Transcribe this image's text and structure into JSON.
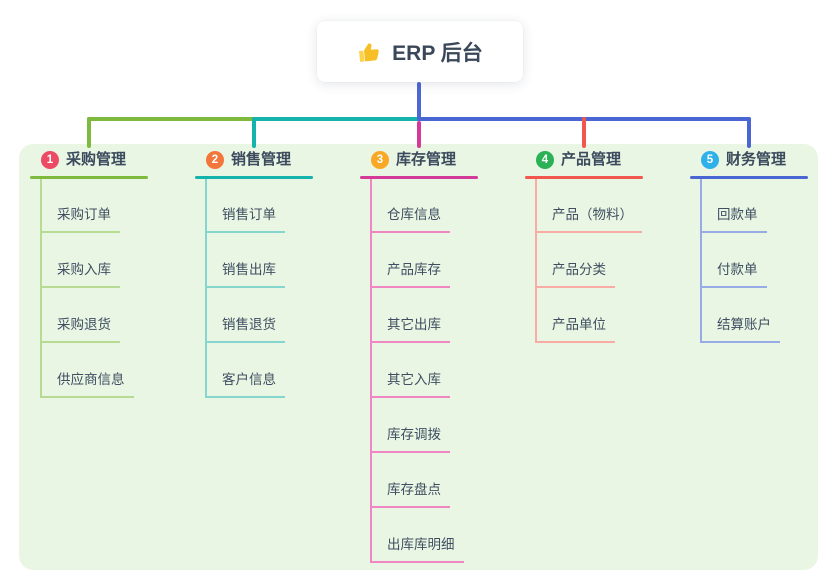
{
  "root": {
    "title": "ERP 后台",
    "icon": "thumbs-up-icon",
    "icon_color": "#f6bf26",
    "icon_cuff_color": "#fbd34f"
  },
  "board": {
    "background_color": "#eaf6e4"
  },
  "connector": {
    "trunk_color": "#4d68d4"
  },
  "branches": [
    {
      "badge": "1",
      "label": "采购管理",
      "color": "#7eba3e",
      "light_color": "#b7db92",
      "badge_color": "#eb4b63",
      "children": [
        "采购订单",
        "采购入库",
        "采购退货",
        "供应商信息"
      ]
    },
    {
      "badge": "2",
      "label": "销售管理",
      "color": "#14b3ab",
      "light_color": "#85d6cf",
      "badge_color": "#f3763d",
      "children": [
        "销售订单",
        "销售出库",
        "销售退货",
        "客户信息"
      ]
    },
    {
      "badge": "3",
      "label": "库存管理",
      "color": "#d43a97",
      "light_color": "#f087c3",
      "badge_color": "#f8a824",
      "children": [
        "仓库信息",
        "产品库存",
        "其它出库",
        "其它入库",
        "库存调拨",
        "库存盘点",
        "出库库明细"
      ]
    },
    {
      "badge": "4",
      "label": "产品管理",
      "color": "#f2574f",
      "light_color": "#f9aba4",
      "badge_color": "#2bb156",
      "children": [
        "产品（物料）",
        "产品分类",
        "产品单位"
      ]
    },
    {
      "badge": "5",
      "label": "财务管理",
      "color": "#4a66d2",
      "light_color": "#97abe4",
      "badge_color": "#2fb0e8",
      "children": [
        "回款单",
        "付款单",
        "结算账户"
      ]
    }
  ]
}
